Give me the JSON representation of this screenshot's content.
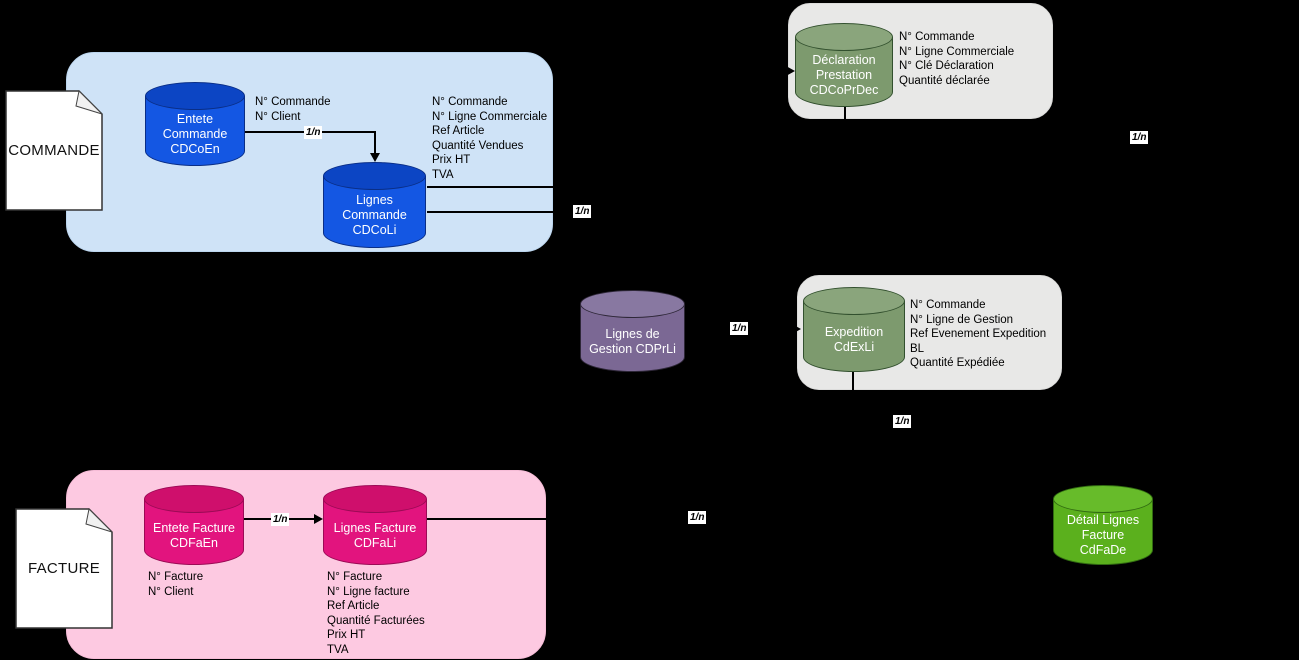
{
  "cardinality": "1/n",
  "colors": {
    "background": "#000000",
    "commande_region_fill": "#cfe3f7",
    "facture_region_fill": "#fdc9e1",
    "gray_region_fill": "#e8e8e7",
    "blue_entity": "#1457e3",
    "magenta_entity": "#e2147e",
    "sage_entity": "#7d9a6e",
    "purple_entity": "#7b6894",
    "green_entity": "#5bb01d"
  },
  "commande": {
    "document_label": "COMMANDE",
    "entete": {
      "title": [
        "Entete",
        "Commande",
        "CDCoEn"
      ],
      "attributes": [
        "N° Commande",
        "N° Client"
      ]
    },
    "lignes": {
      "title": [
        "Lignes",
        "Commande",
        "CDCoLi"
      ],
      "attributes": [
        "N° Commande",
        "N° Ligne Commerciale",
        "Ref Article",
        "Quantité Vendues",
        "Prix HT",
        "TVA"
      ]
    }
  },
  "declaration": {
    "title": [
      "Déclaration",
      "Prestation",
      "CDCoPrDec"
    ],
    "attributes": [
      "N° Commande",
      "N° Ligne Commerciale",
      "N° Clé Déclaration",
      "Quantité déclarée"
    ]
  },
  "gestion": {
    "title": [
      "Lignes de",
      "Gestion CDPrLi"
    ]
  },
  "expedition": {
    "title": [
      "Expedition",
      "CdExLi"
    ],
    "attributes": [
      "N° Commande",
      "N° Ligne de Gestion",
      "Ref Evenement Expedition",
      "BL",
      "Quantité Expédiée"
    ]
  },
  "facture": {
    "document_label": "FACTURE",
    "entete": {
      "title": [
        "Entete Facture",
        "CDFaEn"
      ],
      "attributes": [
        "N° Facture",
        "N° Client"
      ]
    },
    "lignes": {
      "title": [
        "Lignes Facture",
        "CDFaLi"
      ],
      "attributes": [
        "N° Facture",
        "N° Ligne facture",
        "Ref Article",
        "Quantité Facturées",
        "Prix HT",
        "TVA"
      ]
    }
  },
  "detail": {
    "title": [
      "Détail Lignes",
      "Facture",
      "CdFaDe"
    ]
  }
}
